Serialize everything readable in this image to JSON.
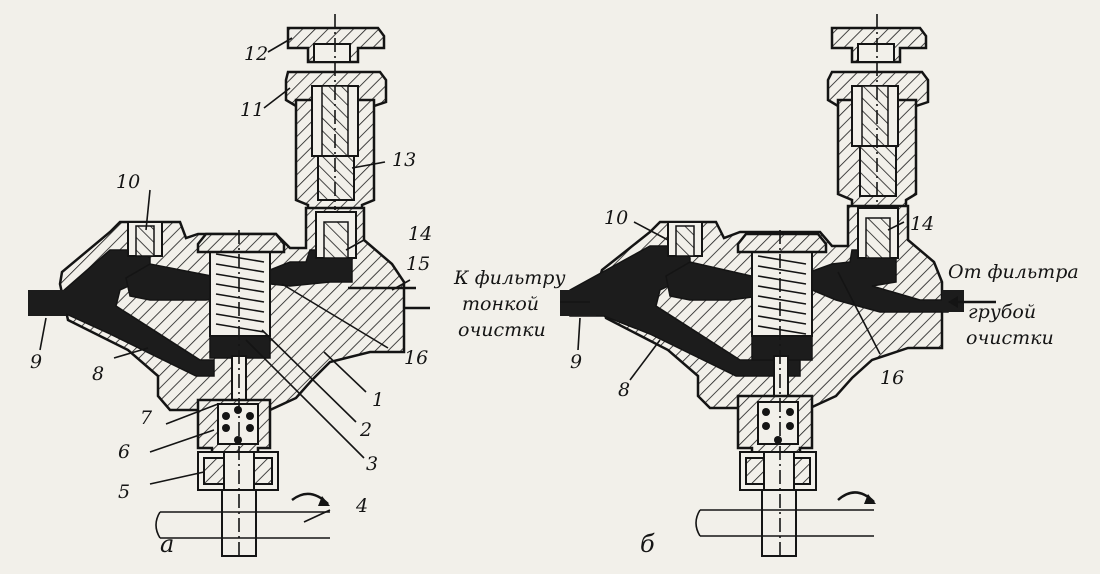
{
  "diagram_a": {
    "sublabel": "а",
    "callouts": {
      "n1": "1",
      "n2": "2",
      "n3": "3",
      "n4": "4",
      "n5": "5",
      "n6": "6",
      "n7": "7",
      "n8": "8",
      "n9": "9",
      "n10": "10",
      "n11": "11",
      "n12": "12",
      "n13": "13",
      "n14": "14",
      "n15": "15",
      "n16": "16"
    }
  },
  "diagram_b": {
    "sublabel": "б",
    "callouts": {
      "n8": "8",
      "n9": "9",
      "n10": "10",
      "n14": "14",
      "n16": "16"
    }
  },
  "captions": {
    "to_filter_line1": "К фильтру",
    "to_filter_line2": "тонкой",
    "to_filter_line3": "очистки",
    "from_filter_line1": "От фильтра",
    "from_filter_line2": "грубой",
    "from_filter_line3": "очистки"
  },
  "colors": {
    "ink": "#141414",
    "paper": "#f2f0ea"
  }
}
